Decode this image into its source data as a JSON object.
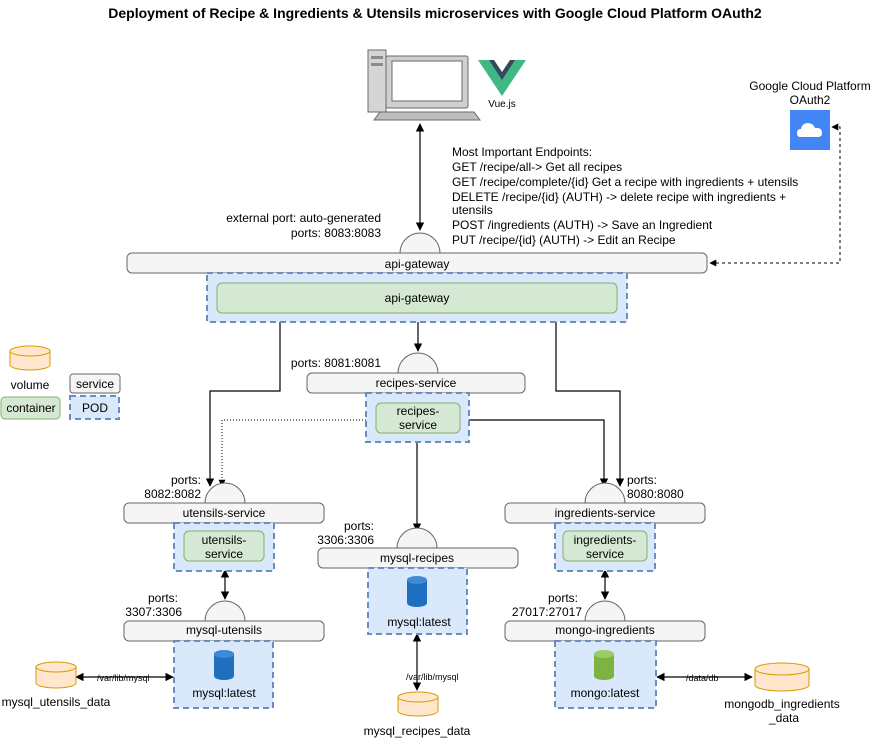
{
  "title": "Deployment of Recipe & Ingredients & Utensils microservices with Google Cloud Platform OAuth2",
  "client": {
    "vue_label": "Vue.js"
  },
  "gcp": {
    "label_line1": "Google Cloud Platform",
    "label_line2": "OAuth2"
  },
  "endpoints": [
    "Most Important Endpoints:",
    "GET /recipe/all-> Get all recipes",
    "GET /recipe/complete/{id}  Get a recipe with ingredients + utensils",
    "DELETE /recipe/{id} (AUTH) -> delete recipe with ingredients +",
    "utensils",
    "POST /ingredients (AUTH) -> Save an Ingredient",
    "PUT /recipe/{id} (AUTH) -> Edit an Recipe"
  ],
  "gateway": {
    "port_label_line1": "external port: auto-generated",
    "port_label_line2": "ports: 8083:8083",
    "service_label": "api-gateway",
    "container_label": "api-gateway"
  },
  "recipes": {
    "port_label": "ports: 8081:8081",
    "service_label": "recipes-service",
    "container_line1": "recipes-",
    "container_line2": "service"
  },
  "utensils": {
    "port_line1": "ports:",
    "port_line2": "8082:8082",
    "service_label": "utensils-service",
    "container_line1": "utensils-",
    "container_line2": "service"
  },
  "ingredients": {
    "port_line1": "ports:",
    "port_line2": "8080:8080",
    "service_label": "ingredients-service",
    "container_line1": "ingredients-",
    "container_line2": "service"
  },
  "mysql_utensils": {
    "port_line1": "ports:",
    "port_line2": "3307:3306",
    "service_label": "mysql-utensils",
    "image_label": "mysql:latest",
    "mount_label": "/var/lib/mysql",
    "volume_label": "mysql_utensils_data"
  },
  "mysql_recipes": {
    "port_line1": "ports:",
    "port_line2": "3306:3306",
    "service_label": "mysql-recipes",
    "image_label": "mysql:latest",
    "mount_label": "/var/lib/mysql",
    "volume_label": "mysql_recipes_data"
  },
  "mongo": {
    "port_line1": "ports:",
    "port_line2": "27017:27017",
    "service_label": "mongo-ingredients",
    "image_label": "mongo:latest",
    "mount_label": "/data/db",
    "volume_line1": "mongodb_ingredients",
    "volume_line2": "_data"
  },
  "legend": {
    "volume": "volume",
    "service": "service",
    "container": "container",
    "pod": "POD"
  },
  "colors": {
    "service_fill": "#f5f5f5",
    "pod_fill": "#dae8fc",
    "pod_stroke": "#6c8ebf",
    "container_fill": "#d5e8d4",
    "volume_fill": "#ffe6cc",
    "mysql_db": "#1e6fc0",
    "mongo_db": "#7cb342",
    "gcp_blue": "#4285f4"
  }
}
